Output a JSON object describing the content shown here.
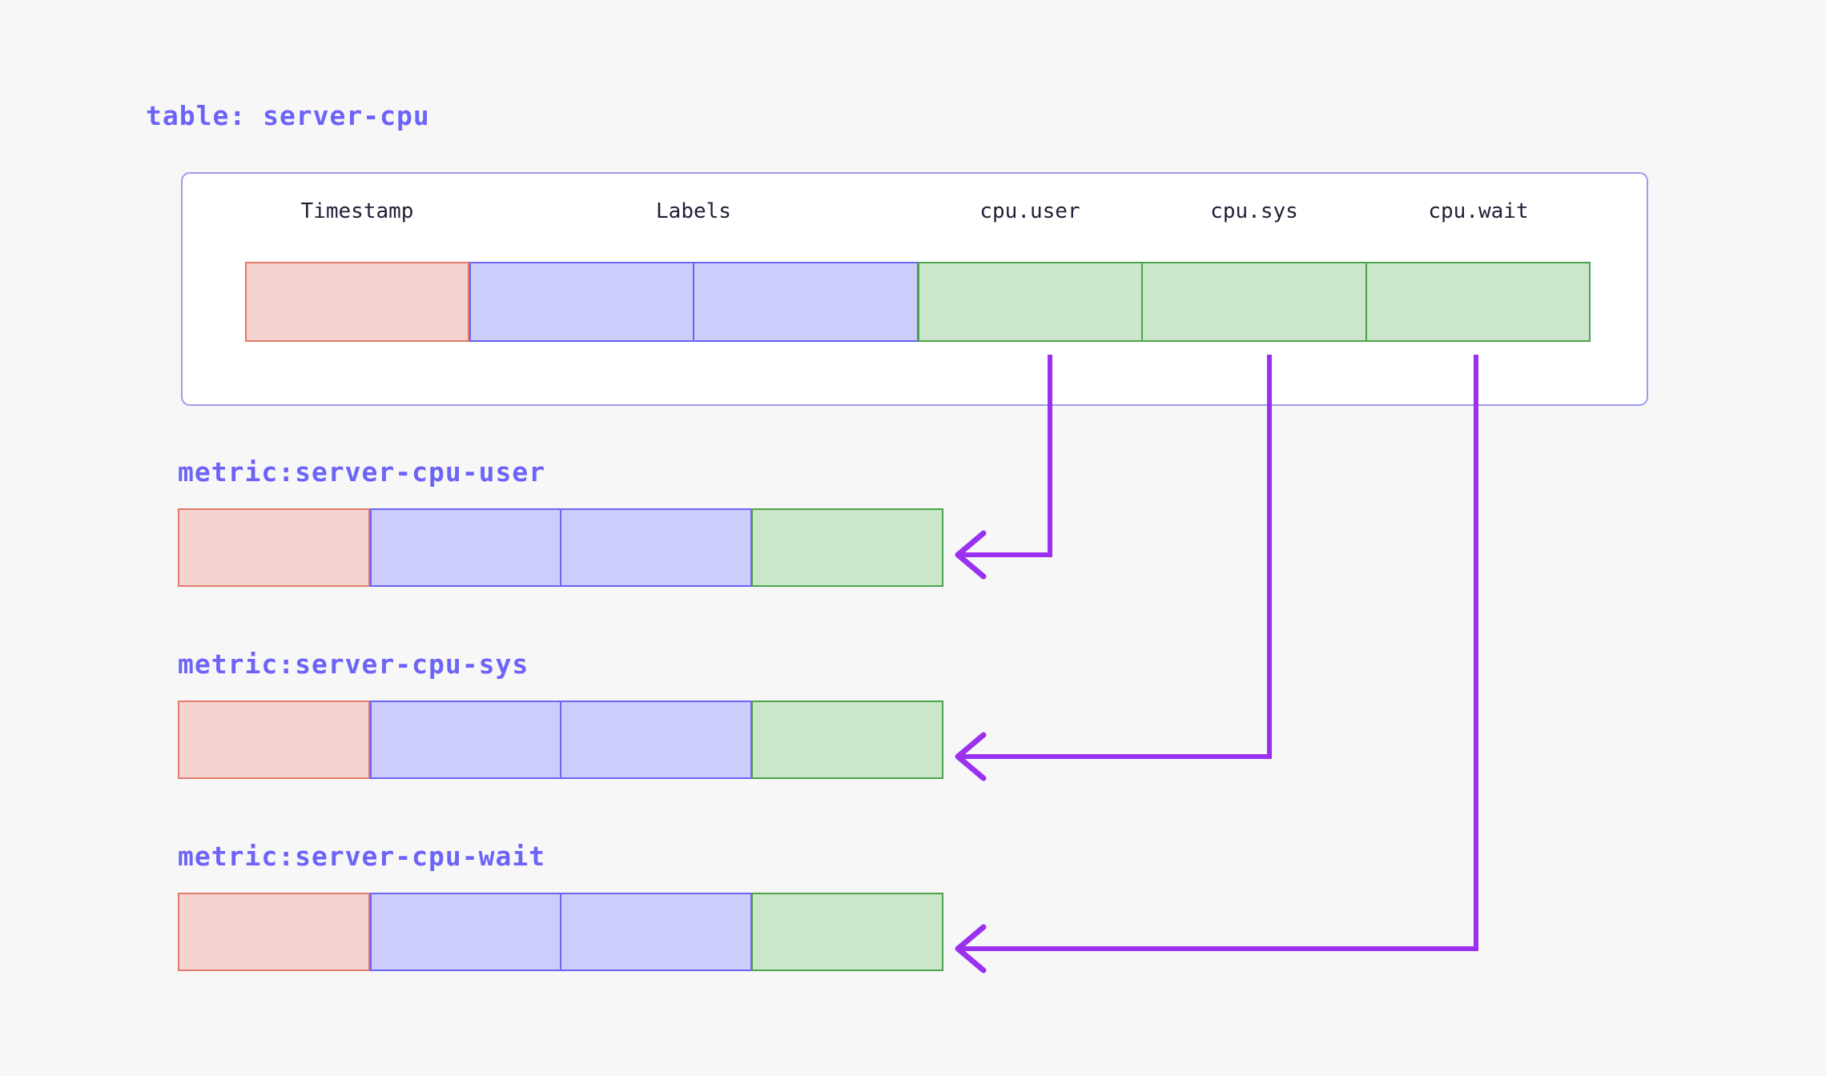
{
  "theme": {
    "background": "#F7F7F7",
    "accent_purple": "#6C63F7",
    "arrow_purple": "#9B30F0",
    "card_background": "#FFFFFF",
    "card_border": "#9D9BF0",
    "timestamp_fill": "#F5D3CF",
    "timestamp_border": "#E2796C",
    "labels_fill": "#CDCDFC",
    "labels_border": "#6C63F7",
    "value_fill": "#CBE6CB",
    "value_border": "#4CA34C",
    "header_text": "#241C35"
  },
  "table": {
    "title": "table: server-cpu",
    "columns": [
      {
        "label": "Timestamp",
        "kind": "timestamp"
      },
      {
        "label": "Labels",
        "kind": "labels"
      },
      {
        "label": "",
        "kind": "labels"
      },
      {
        "label": "cpu.user",
        "kind": "value"
      },
      {
        "label": "cpu.sys",
        "kind": "value"
      },
      {
        "label": "cpu.wait",
        "kind": "value"
      }
    ]
  },
  "metrics": [
    {
      "title": "metric:server-cpu-user",
      "source_column": "cpu.user",
      "cells": [
        {
          "kind": "timestamp"
        },
        {
          "kind": "labels"
        },
        {
          "kind": "labels"
        },
        {
          "kind": "value"
        }
      ]
    },
    {
      "title": "metric:server-cpu-sys",
      "source_column": "cpu.sys",
      "cells": [
        {
          "kind": "timestamp"
        },
        {
          "kind": "labels"
        },
        {
          "kind": "labels"
        },
        {
          "kind": "value"
        }
      ]
    },
    {
      "title": "metric:server-cpu-wait",
      "source_column": "cpu.wait",
      "cells": [
        {
          "kind": "timestamp"
        },
        {
          "kind": "labels"
        },
        {
          "kind": "labels"
        },
        {
          "kind": "value"
        }
      ]
    }
  ],
  "connectors": [
    {
      "from": "cpu.user",
      "to": "metric:server-cpu-user"
    },
    {
      "from": "cpu.sys",
      "to": "metric:server-cpu-sys"
    },
    {
      "from": "cpu.wait",
      "to": "metric:server-cpu-wait"
    }
  ]
}
